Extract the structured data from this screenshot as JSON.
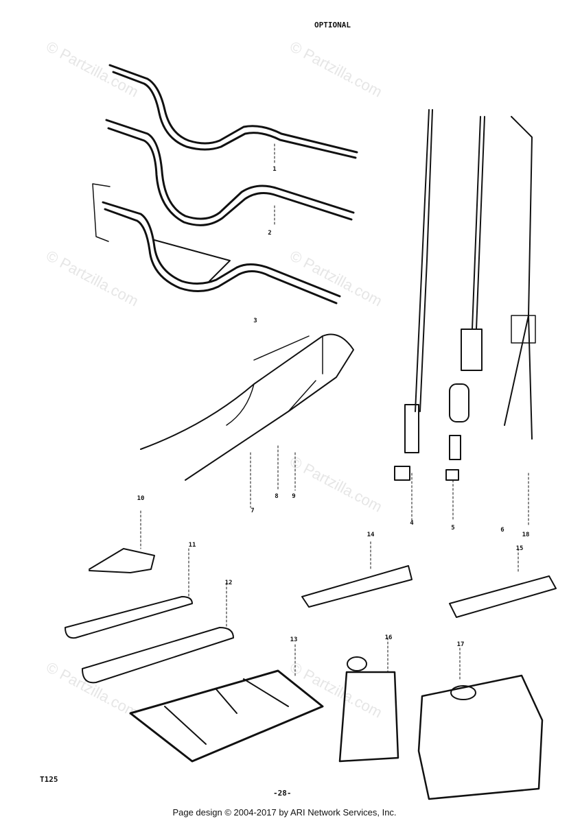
{
  "header": {
    "title": "OPTIONAL"
  },
  "diagram": {
    "model_code": "T125",
    "page_number": "-28-",
    "callouts": [
      "1",
      "2",
      "3",
      "4",
      "5",
      "6",
      "7",
      "8",
      "9",
      "10",
      "11",
      "12",
      "13",
      "14",
      "15",
      "16",
      "17",
      "18"
    ]
  },
  "watermark": {
    "text": "© Partzilla.com",
    "color": "#e6e6e6"
  },
  "footer": {
    "text": "Page design © 2004-2017 by ARI Network Services, Inc."
  }
}
